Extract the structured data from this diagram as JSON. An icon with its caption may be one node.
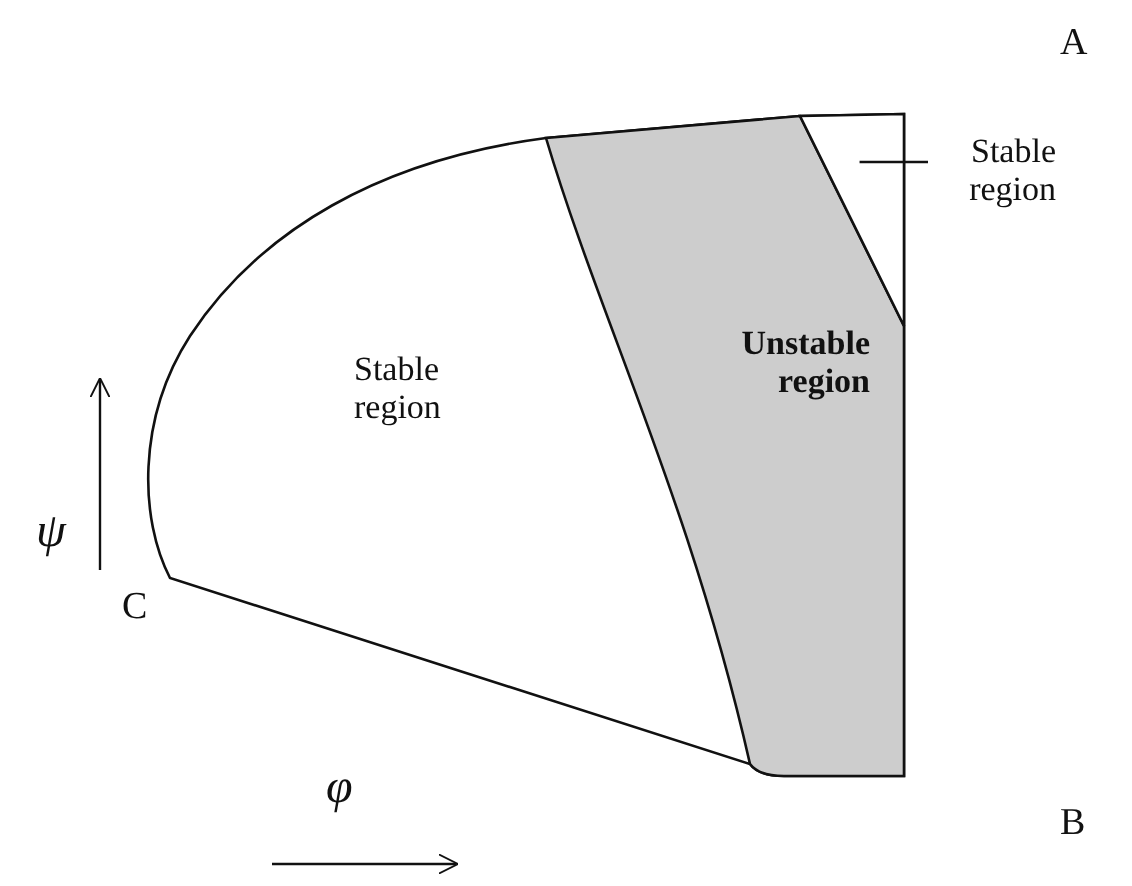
{
  "diagram": {
    "nodes": [
      {
        "text": [
          "Stable region"
        ]
      },
      {
        "text": [
          "Unstable region"
        ]
      },
      {
        "text": [],
        "shape": "triangle"
      },
      {
        "text": [
          "Stable region"
        ]
      }
    ],
    "edges": [
      {
        "from": 3,
        "to": 2,
        "arrow": "none"
      }
    ],
    "labels": [
      "A",
      "ψ",
      "C",
      "B",
      "φ"
    ]
  }
}
